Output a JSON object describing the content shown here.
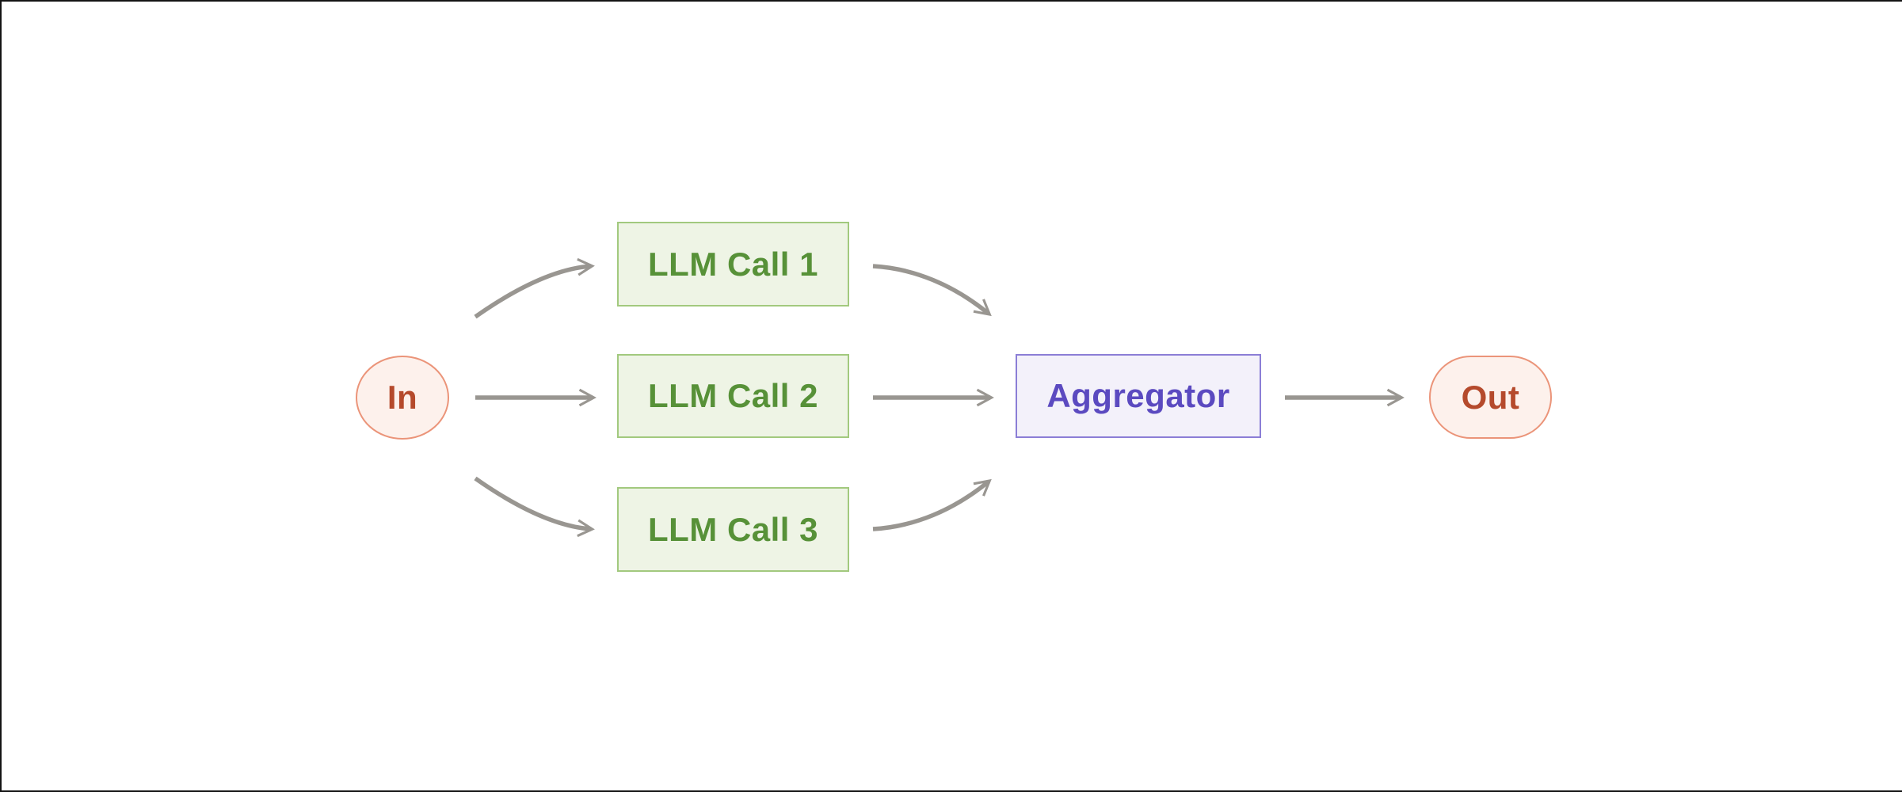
{
  "diagram": {
    "title": "parallelization-workflow-diagram",
    "nodes": {
      "in": {
        "label": "In",
        "shape": "circle"
      },
      "llm_call_1": {
        "label": "LLM Call 1",
        "shape": "rectangle"
      },
      "llm_call_2": {
        "label": "LLM Call 2",
        "shape": "rectangle"
      },
      "llm_call_3": {
        "label": "LLM Call 3",
        "shape": "rectangle"
      },
      "aggregator": {
        "label": "Aggregator",
        "shape": "rectangle"
      },
      "out": {
        "label": "Out",
        "shape": "pill"
      }
    },
    "edges": [
      {
        "from": "in",
        "to": "llm_call_1",
        "style": "curved"
      },
      {
        "from": "in",
        "to": "llm_call_2",
        "style": "straight"
      },
      {
        "from": "in",
        "to": "llm_call_3",
        "style": "curved"
      },
      {
        "from": "llm_call_1",
        "to": "aggregator",
        "style": "curved"
      },
      {
        "from": "llm_call_2",
        "to": "aggregator",
        "style": "straight"
      },
      {
        "from": "llm_call_3",
        "to": "aggregator",
        "style": "curved"
      },
      {
        "from": "aggregator",
        "to": "out",
        "style": "straight"
      }
    ],
    "colors": {
      "canvas_bg": "#ffffff",
      "frame_edge": "#141414",
      "arrow_color": "#999691",
      "inout_fill": "#fdf1ec",
      "inout_border": "#eb9479",
      "inout_text": "#b54a2c",
      "llm_fill": "#eef4e5",
      "llm_border": "#a2c97e",
      "llm_text": "#579138",
      "agg_fill": "#f3f1fa",
      "agg_border": "#8b7ed6",
      "agg_text": "#5b4ac0"
    }
  }
}
